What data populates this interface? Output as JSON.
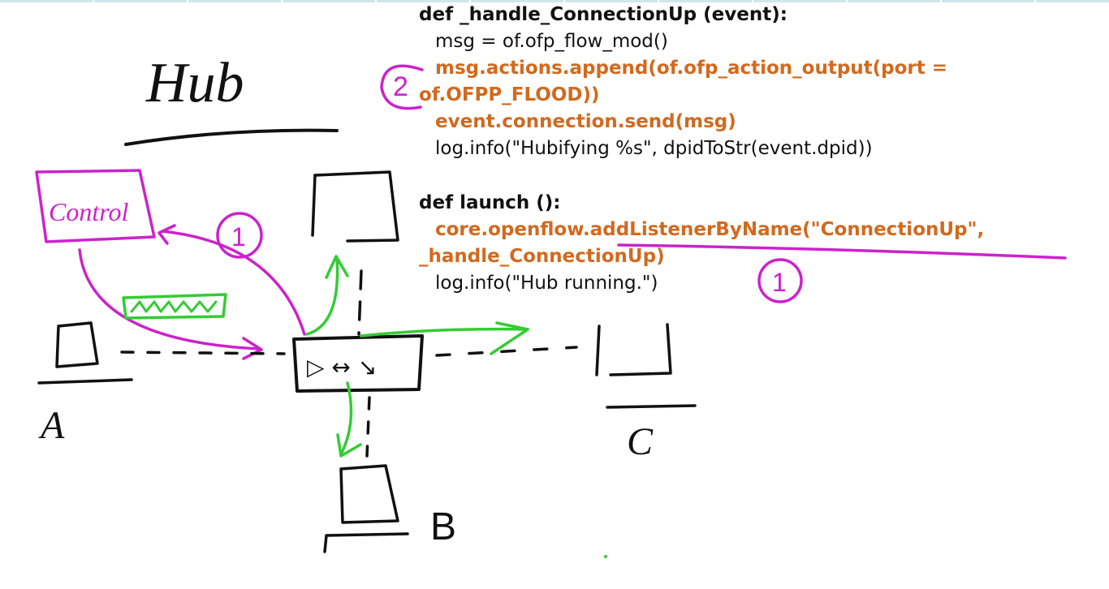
{
  "colors": {
    "ink": "#111111",
    "highlight_code": "#d2691e",
    "magenta": "#cc22cc",
    "green": "#33cc33",
    "background": "#ffffff"
  },
  "code": {
    "block1": {
      "def_line": "def _handle_ConnectionUp (event):",
      "msg_line": "msg = of.ofp_flow_mod()",
      "append_line_1": "msg.actions.append(of.ofp_action_output(port =",
      "append_line_2": "of.OFPP_FLOOD))",
      "send_line": "event.connection.send(msg)",
      "log_line": "log.info(\"Hubifying %s\", dpidToStr(event.dpid))"
    },
    "block2": {
      "def_line": "def launch ():",
      "listener_line_1": "core.openflow.addListenerByName(\"ConnectionUp\",",
      "listener_line_2": "_handle_ConnectionUp)",
      "log_line": "log.info(\"Hub running.\")"
    }
  },
  "handwriting": {
    "title": "Hub",
    "controller_box": "Control",
    "switch_box": "▷ ↔ ↘",
    "host_a": "A",
    "host_b": "B",
    "host_c": "C",
    "annotation_1_a": "1",
    "annotation_1_b": "1",
    "annotation_2": "2"
  }
}
